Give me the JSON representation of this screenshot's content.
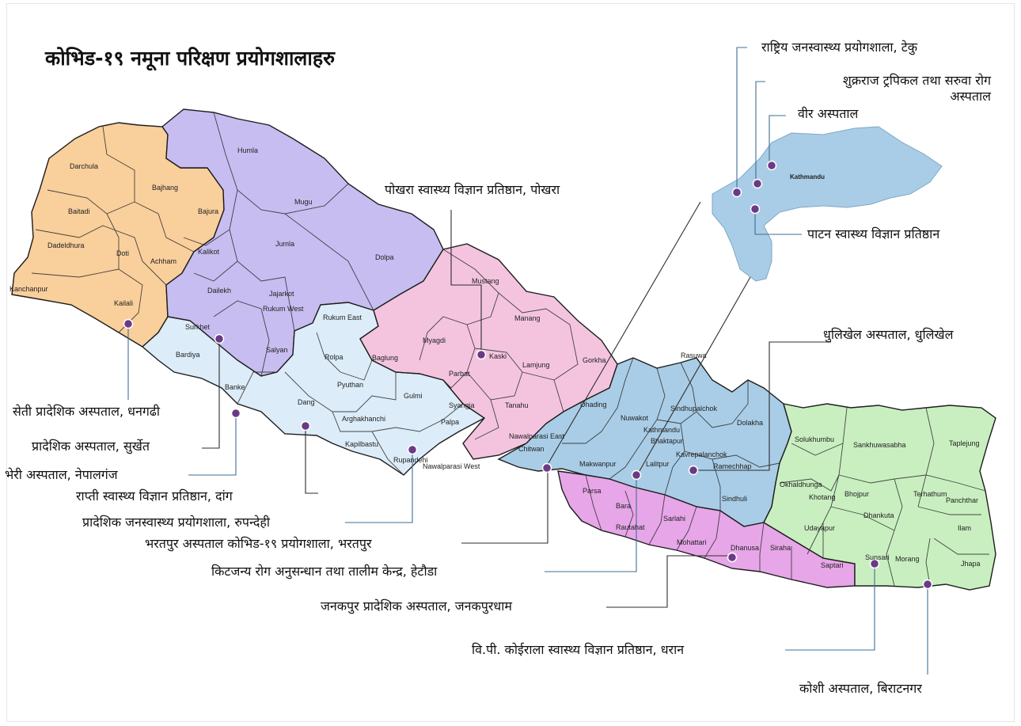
{
  "title": "कोभिड-१९ नमूना परिक्षण प्रयोगशालाहरु",
  "colors": {
    "sudurpashchim": "#f9cf9c",
    "karnali": "#c8bdf1",
    "lumbini": "#dcecf8",
    "gandaki": "#f4c4df",
    "bagmati": "#a9cde6",
    "province2": "#e7a6e8",
    "province1": "#c9efc0",
    "marker": "#6b3a86",
    "leader": "#2d2d2d",
    "leader_blue": "#3e6f95"
  },
  "labs": [
    {
      "name": "राष्ट्रिय जनस्वास्थ्य प्रयोगशाला, टेकु"
    },
    {
      "name": "शुक्रराज ट्रपिकल तथा सरुवा रोग",
      "name2": "अस्पताल"
    },
    {
      "name": "वीर अस्पताल"
    },
    {
      "name": "पाटन स्वास्थ्य विज्ञान प्रतिष्ठान"
    },
    {
      "name": "पोखरा स्वास्थ्य विज्ञान प्रतिष्ठान, पोखरा"
    },
    {
      "name": "धुलिखेल अस्पताल, धुलिखेल"
    },
    {
      "name": "सेती प्रादेशिक अस्पताल, धनगढी"
    },
    {
      "name": "प्रादेशिक अस्पताल, सुर्खेत"
    },
    {
      "name": "भेरी अस्पताल, नेपालगंज"
    },
    {
      "name": "राप्ती स्वास्थ्य विज्ञान प्रतिष्ठान, दांग"
    },
    {
      "name": "प्रादेशिक जनस्वास्थ्य प्रयोगशाला, रुपन्देही"
    },
    {
      "name": "भरतपुर अस्पताल कोभिड-१९ प्रयोगशाला, भरतपुर"
    },
    {
      "name": "किटजन्य रोग अनुसन्धान तथा तालीम केन्द्र, हेटौडा"
    },
    {
      "name": "जनकपुर प्रादेशिक अस्पताल, जनकपुरधाम"
    },
    {
      "name": "वि.पी. कोईराला स्वास्थ्य विज्ञान प्रतिष्ठान, धरान"
    },
    {
      "name": "कोशी अस्पताल, बिराटनगर"
    }
  ],
  "districts": {
    "sudurpashchim": [
      "Darchula",
      "Bajhang",
      "Baitadi",
      "Bajura",
      "Dadeldhura",
      "Doti",
      "Achham",
      "Kanchanpur",
      "Kailali"
    ],
    "karnali": [
      "Humla",
      "Mugu",
      "Kalikot",
      "Jumla",
      "Dolpa",
      "Dailekh",
      "Jajarkot",
      "Rukum West",
      "Surkhet",
      "Salyan"
    ],
    "lumbini": [
      "Rukum East",
      "Bardiya",
      "Rolpa",
      "Banke",
      "Pyuthan",
      "Gulmi",
      "Dang",
      "Arghakhanchi",
      "Palpa",
      "Kapilbastu",
      "Rupandehi",
      "Nawalparasi West"
    ],
    "gandaki": [
      "Mustang",
      "Manang",
      "Myagdi",
      "Kaski",
      "Baglung",
      "Lamjung",
      "Gorkha",
      "Parbat",
      "Syangja",
      "Tanahu",
      "Nawalparasi East"
    ],
    "bagmati": [
      "Rasuwa",
      "Dhading",
      "Nuwakot",
      "Sindhupalchok",
      "Dolakha",
      "Kathmandu",
      "Bhaktapur",
      "Chitwan",
      "Makwanpur",
      "Lalitpur",
      "Kavrepalanchok",
      "Ramechhap",
      "Sindhuli"
    ],
    "province2": [
      "Parsa",
      "Bara",
      "Rautahat",
      "Sarlahi",
      "Mohattari",
      "Dhanusa",
      "Siraha",
      "Saptari"
    ],
    "province1": [
      "Solukhumbu",
      "Sankhuwasabha",
      "Taplejung",
      "Okhaldhunga",
      "Khotang",
      "Bhojpur",
      "Terhathum",
      "Panchthar",
      "Dhankuta",
      "Udayapur",
      "Ilam",
      "Sunsari",
      "Morang",
      "Jhapa"
    ],
    "inset": [
      "Kathmandu"
    ]
  }
}
